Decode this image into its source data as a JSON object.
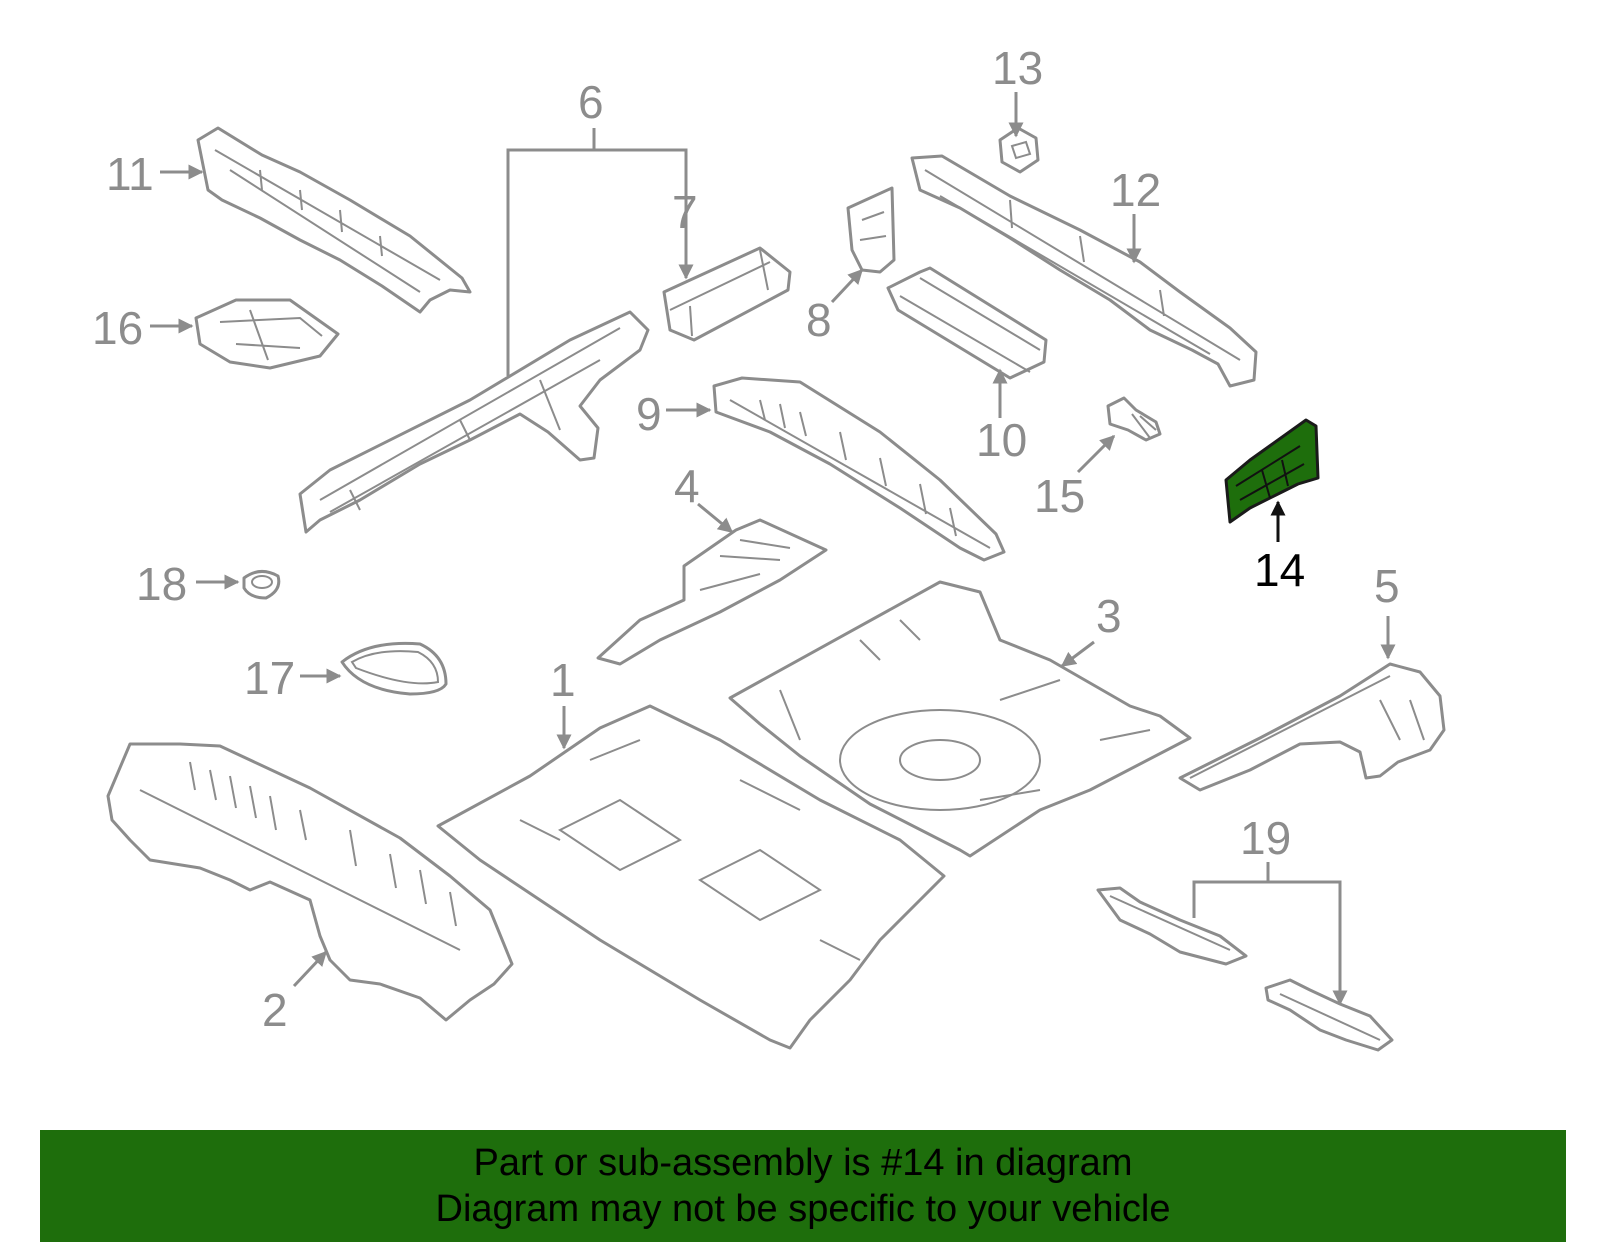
{
  "diagram": {
    "highlighted_part": "14",
    "highlight_color": "#1e6e0c",
    "callouts": {
      "c1": "1",
      "c2": "2",
      "c3": "3",
      "c4": "4",
      "c5": "5",
      "c6": "6",
      "c7": "7",
      "c8": "8",
      "c9": "9",
      "c10": "10",
      "c11": "11",
      "c12": "12",
      "c13": "13",
      "c14": "14",
      "c15": "15",
      "c16": "16",
      "c17": "17",
      "c18": "18",
      "c19": "19"
    }
  },
  "banner": {
    "line1": "Part or sub-assembly is #14 in diagram",
    "line2": "Diagram may not be specific to your vehicle",
    "background": "#1e6e0c"
  }
}
